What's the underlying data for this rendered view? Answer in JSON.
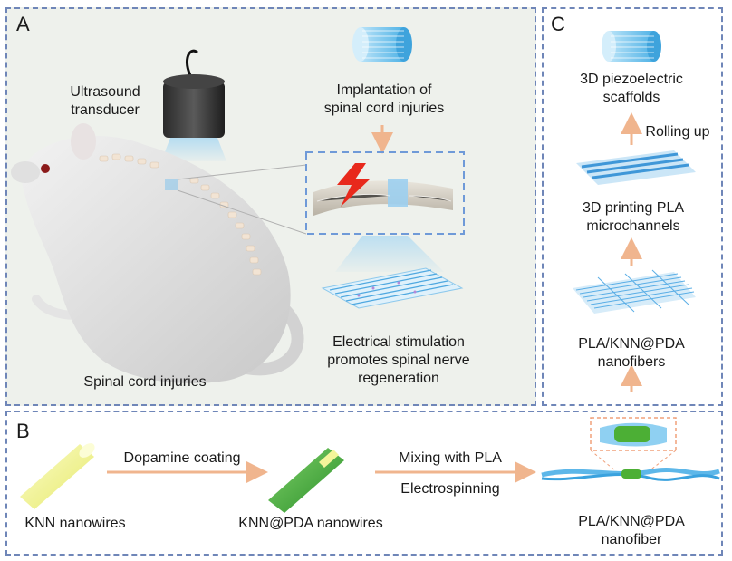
{
  "panel_a": {
    "letter": "A",
    "ultrasound_label": "Ultrasound\ntransducer",
    "implant_label": "Implantation of\nspinal cord injuries",
    "injury_label": "Spinal cord injuries",
    "stim_label": "Electrical stimulation\npromotes spinal nerve\nregeneration"
  },
  "panel_b": {
    "letter": "B",
    "knn_label": "KNN nanowires",
    "dopamine_label": "Dopamine coating",
    "knn_pda_label": "KNN@PDA nanowires",
    "mixing_label": "Mixing with PLA",
    "electrospin_label": "Electrospinning",
    "fiber_label": "PLA/KNN@PDA\nnanofiber"
  },
  "panel_c": {
    "letter": "C",
    "scaffold_label": "3D piezoelectric\nscaffolds",
    "rolling_label": "Rolling up",
    "printing_label": "3D printing  PLA\nmicrochannels",
    "nanofibers_label": "PLA/KNN@PDA\nnanofibers"
  },
  "colors": {
    "panel_border": "#6f86b8",
    "arrow": "#f0b58e",
    "knn_yellow": "#f4f59a",
    "pda_green": "#3fae3a",
    "fiber_blue": "#6fc0ea",
    "bolt_red": "#e8291c"
  }
}
